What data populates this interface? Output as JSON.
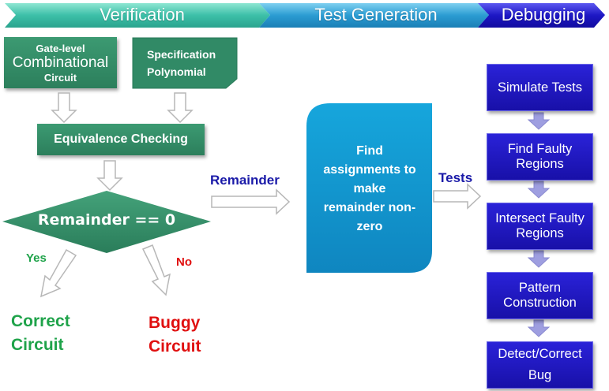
{
  "stages": [
    "Verification",
    "Test Generation",
    "Debugging"
  ],
  "verification": {
    "circuit_box": {
      "line1": "Gate-level",
      "line2": "Combinational",
      "line3": "Circuit"
    },
    "spec_box": {
      "line1": "Specification",
      "line2": "Polynomial"
    },
    "equivalence": "Equivalence Checking",
    "decision": "Remainder == 0",
    "yes_label": "Yes",
    "no_label": "No",
    "correct": {
      "line1": "Correct",
      "line2": "Circuit"
    },
    "buggy": {
      "line1": "Buggy",
      "line2": "Circuit"
    }
  },
  "test_generation": {
    "remainder_label": "Remainder",
    "find_box": [
      "Find",
      "assignments to",
      "make",
      "remainder non-",
      "zero"
    ],
    "tests_label": "Tests"
  },
  "debugging": {
    "steps": [
      "Simulate Tests",
      "Find Faulty Regions",
      "Intersect Faulty Regions",
      "Pattern Construction",
      "Detect/Correct Bug"
    ]
  },
  "colors": {
    "green": "#2e8b62",
    "teal_stage": "#3fc0c0",
    "blue_stage": "#1f8fc6",
    "navy_stage": "#1a14b8",
    "yes": "#1fa34a",
    "no": "#e01010",
    "navy_text": "#1a1aa8"
  }
}
